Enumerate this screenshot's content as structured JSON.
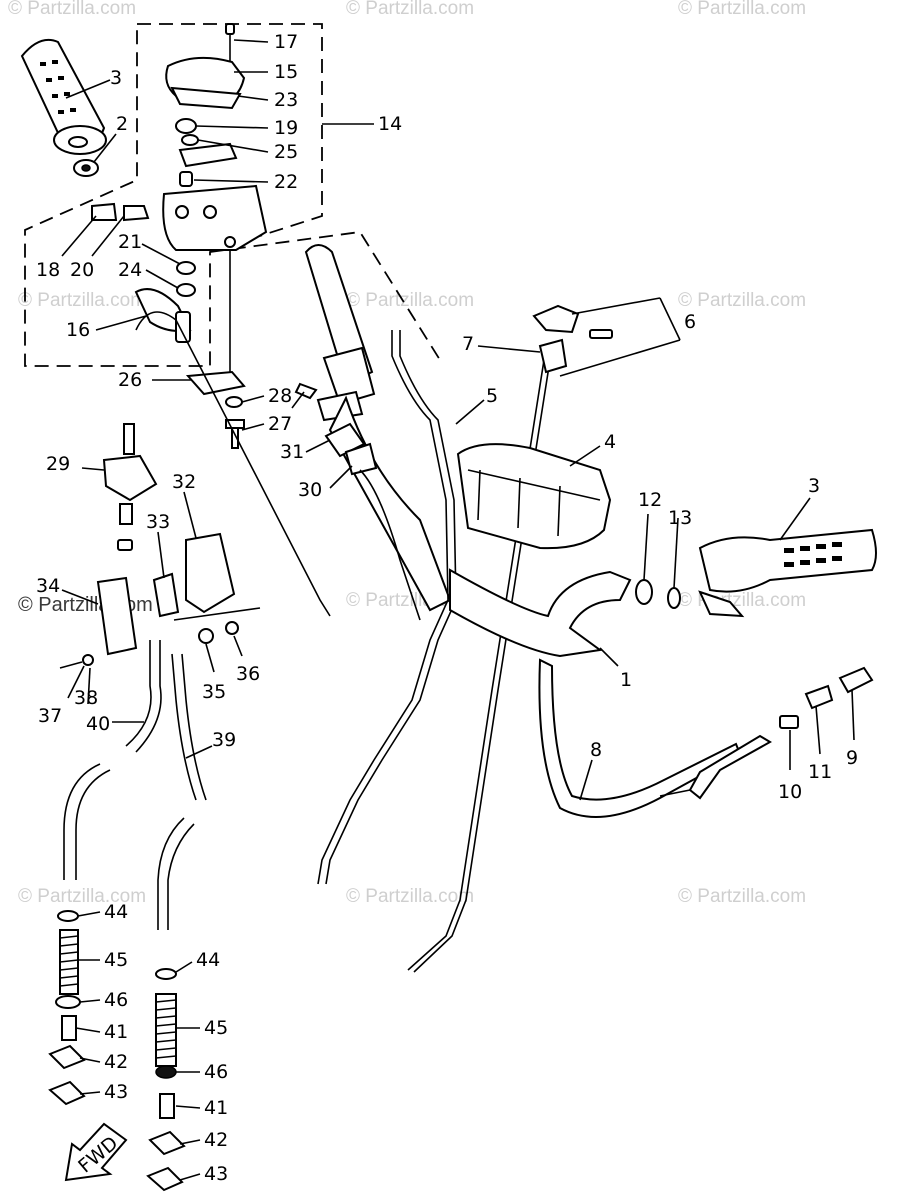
{
  "watermarks": {
    "top_left": "© Partzilla.com",
    "top_mid": "© Partzilla.com",
    "top_right": "© Partzilla.com",
    "mid_left": "© Partzilla.com",
    "mid_mid": "© Partzilla.com",
    "mid_right": "© Partzilla.com",
    "low_left": "© Partzilla.com",
    "low_mid": "© Partzilla.com",
    "low_right": "© Partzilla.com",
    "center_left": "© Partzilla.com",
    "center_mid": "© Partzilla.com",
    "center_right": "© Partzilla.com"
  },
  "arrow_label": "FWD",
  "callouts": {
    "c1": "1",
    "c2": "2",
    "c3a": "3",
    "c3b": "3",
    "c4": "4",
    "c5": "5",
    "c6": "6",
    "c7": "7",
    "c8": "8",
    "c9": "9",
    "c10": "10",
    "c11": "11",
    "c12": "12",
    "c13": "13",
    "c14": "14",
    "c15": "15",
    "c16": "16",
    "c17": "17",
    "c18": "18",
    "c19": "19",
    "c20": "20",
    "c21": "21",
    "c22": "22",
    "c23": "23",
    "c24": "24",
    "c25": "25",
    "c26": "26",
    "c27": "27",
    "c28": "28",
    "c29": "29",
    "c30": "30",
    "c31": "31",
    "c32": "32",
    "c33": "33",
    "c34": "34",
    "c35": "35",
    "c36": "36",
    "c37": "37",
    "c38": "38",
    "c39": "39",
    "c40": "40",
    "c41a": "41",
    "c41b": "41",
    "c42a": "42",
    "c42b": "42",
    "c43a": "43",
    "c43b": "43",
    "c44a": "44",
    "c44b": "44",
    "c45a": "45",
    "c45b": "45",
    "c46a": "46",
    "c46b": "46"
  }
}
